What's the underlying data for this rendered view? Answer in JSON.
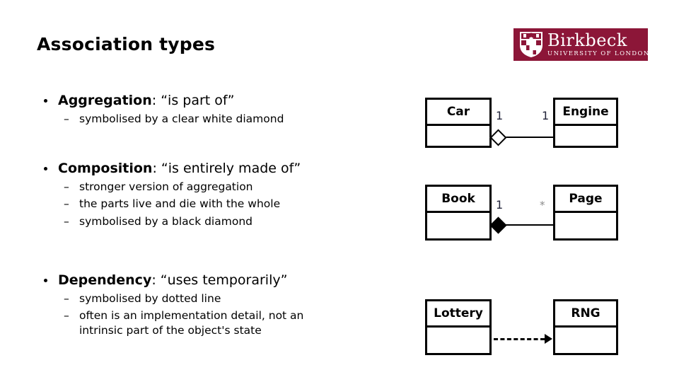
{
  "slide": {
    "title": "Association types"
  },
  "logo": {
    "crest_icon": "birkbeck-shield-crest-icon",
    "wordmark": "Birkbeck",
    "subtitle": "UNIVERSITY OF LONDON",
    "background_color": "#8C1638",
    "text_color": "#FFFFFF"
  },
  "bullets": [
    {
      "term": "Aggregation",
      "definition": ": “is part of”",
      "sub": [
        "symbolised by a clear white diamond"
      ]
    },
    {
      "term": "Composition",
      "definition": ": “is entirely made of”",
      "sub": [
        "stronger version of aggregation",
        "the parts live and die with the whole",
        "symbolised by a black diamond"
      ]
    },
    {
      "term": "Dependency",
      "definition": ": “uses temporarily”",
      "sub": [
        "symbolised by dotted line",
        "often is an implementation detail, not an",
        "intrinsic part of the object's state"
      ]
    }
  ],
  "sub_bullet_marker": "–",
  "diagrams": [
    {
      "id": "aggregation",
      "source_class": "Car",
      "target_class": "Engine",
      "source_multiplicity": "1",
      "target_multiplicity": "1",
      "connector": "aggregation",
      "adornment": "hollow-diamond"
    },
    {
      "id": "composition",
      "source_class": "Book",
      "target_class": "Page",
      "source_multiplicity": "1",
      "target_multiplicity": "*",
      "connector": "composition",
      "adornment": "filled-diamond"
    },
    {
      "id": "dependency",
      "source_class": "Lottery",
      "target_class": "RNG",
      "source_multiplicity": "",
      "target_multiplicity": "",
      "connector": "dependency",
      "adornment": "dashed-open-arrow"
    }
  ]
}
